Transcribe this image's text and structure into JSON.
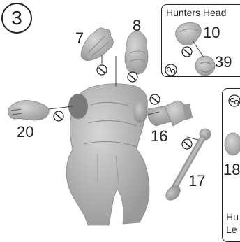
{
  "step": {
    "number": "3"
  },
  "callouts": {
    "hunters_head": {
      "title": "Hunters Head",
      "parts": [
        "10",
        "39"
      ]
    },
    "right_panel": {
      "lines": [
        "Hu",
        "Le"
      ],
      "part": "18"
    }
  },
  "parts": {
    "p7": "7",
    "p8": "8",
    "p20": "20",
    "p16": "16",
    "p17": "17"
  },
  "icons": [
    "glue-icon",
    "link-icon"
  ]
}
